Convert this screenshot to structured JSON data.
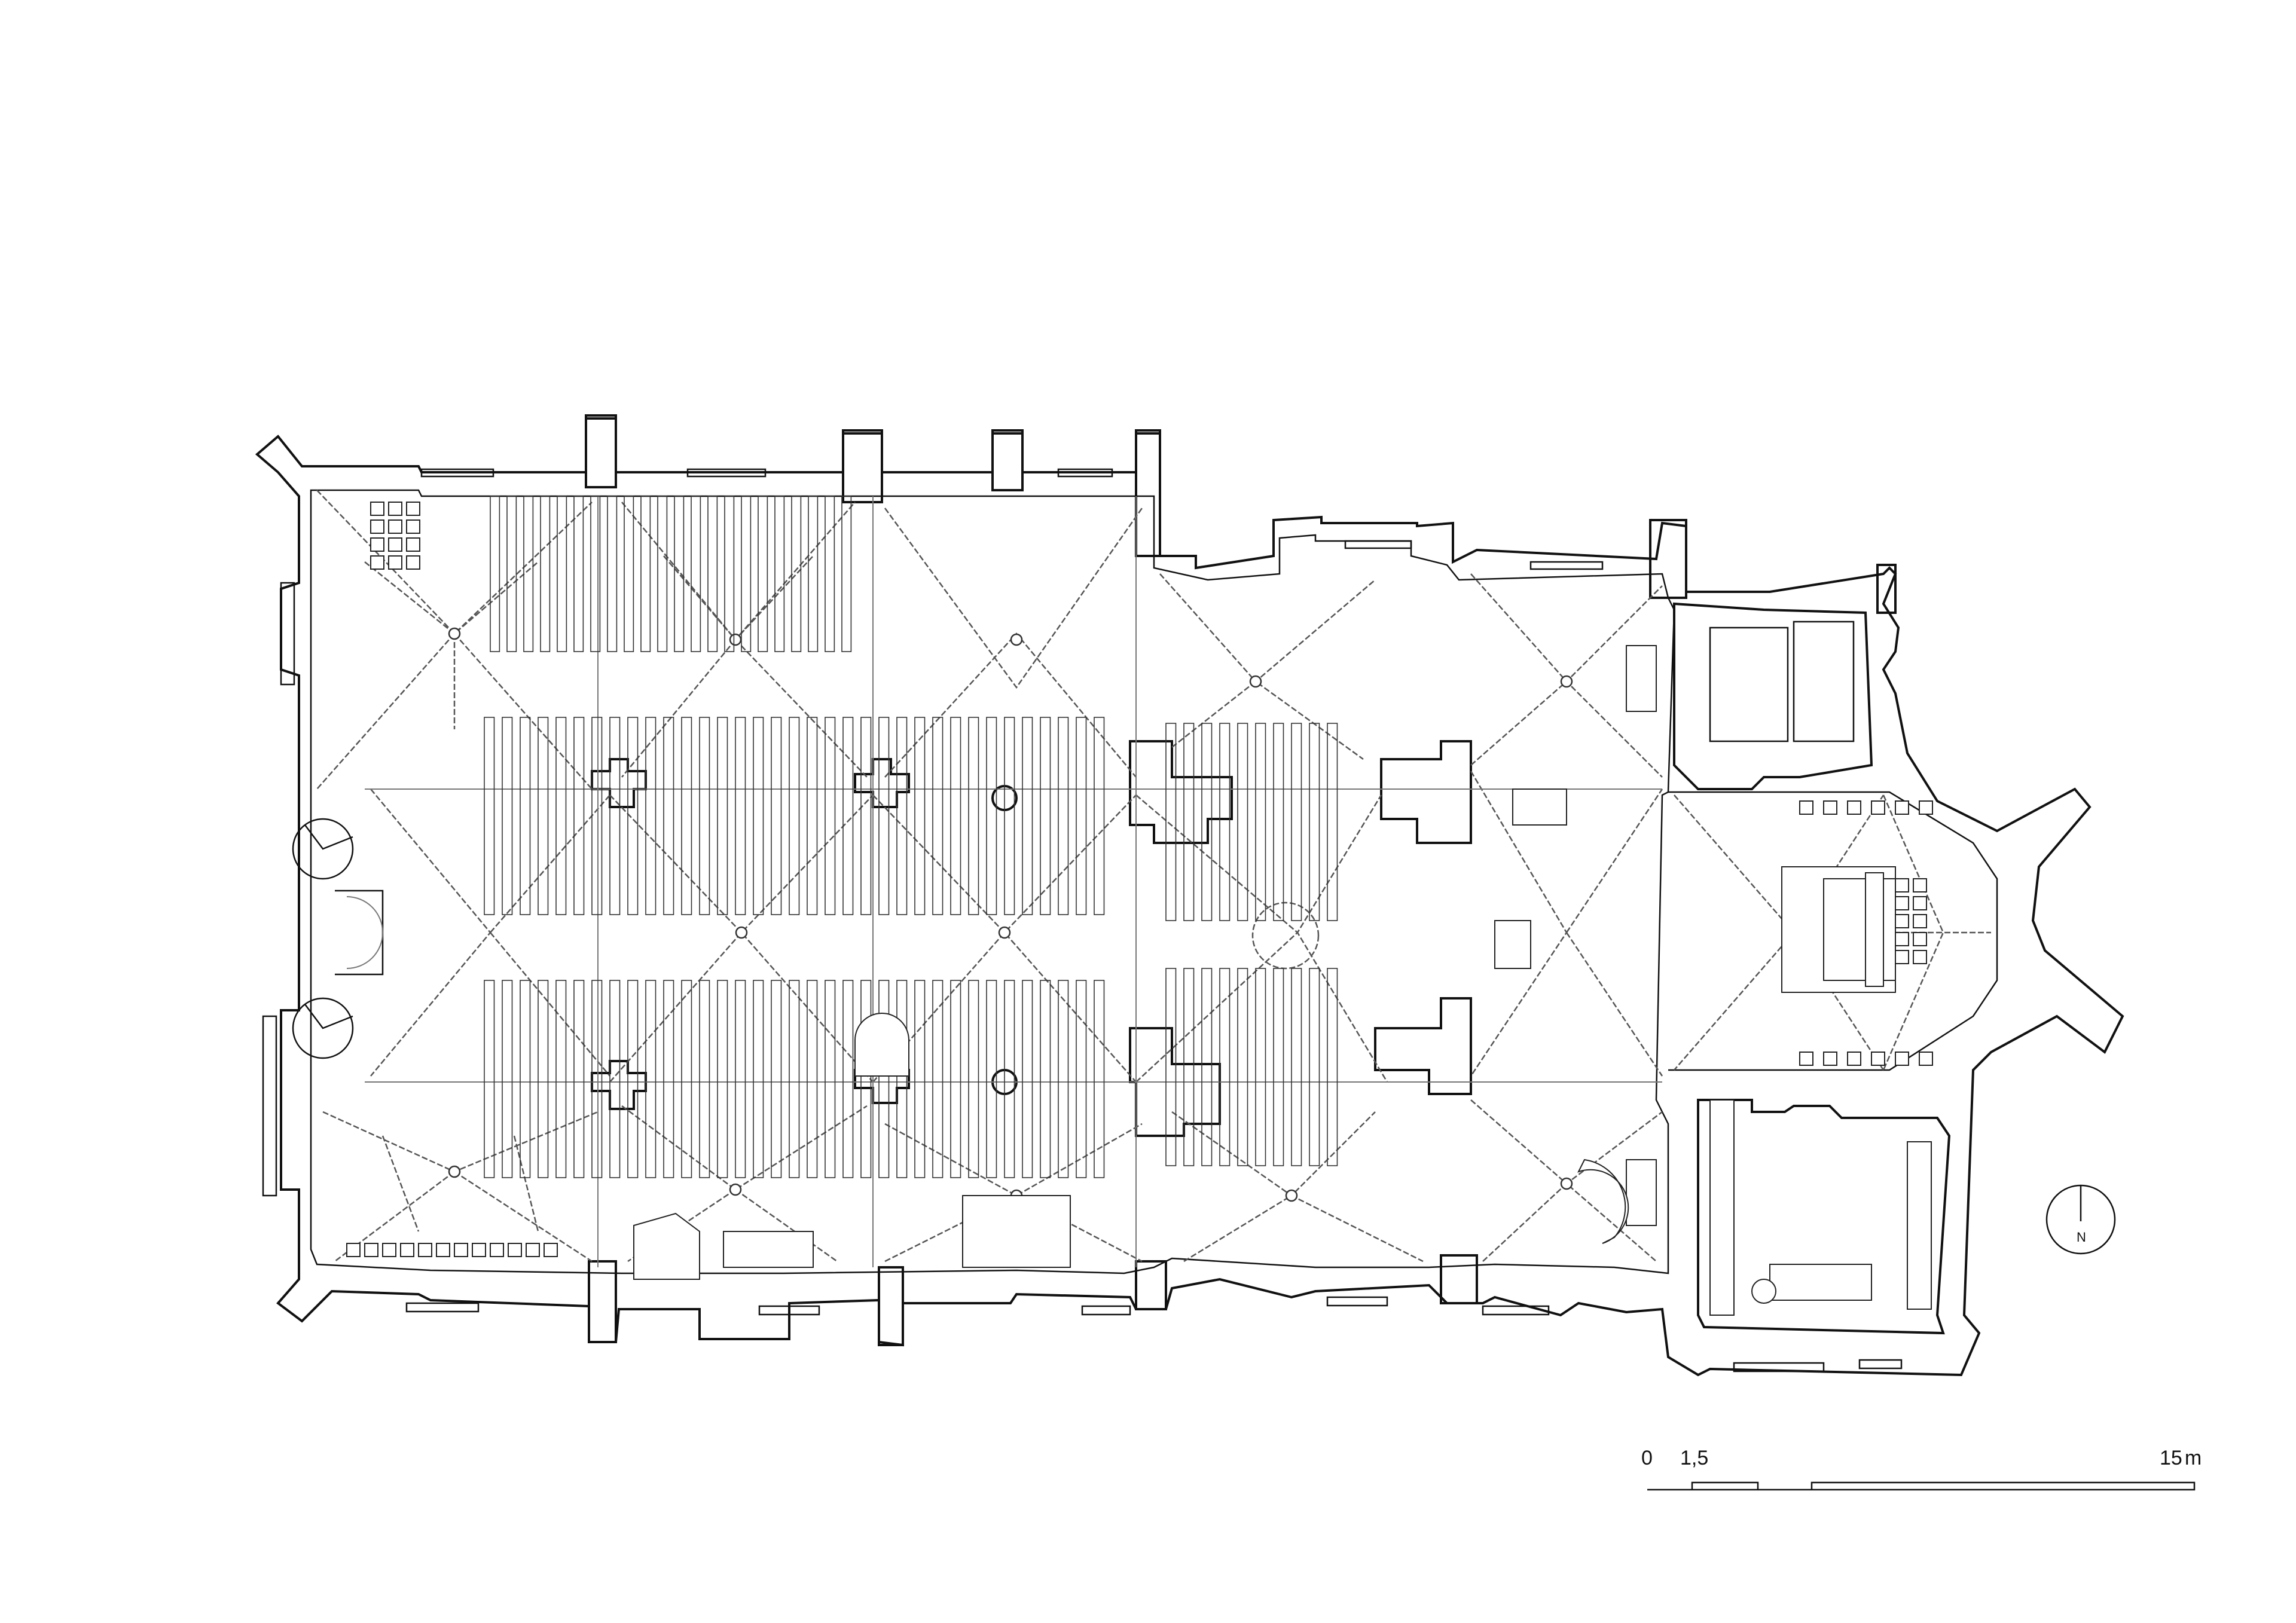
{
  "drawing": {
    "description_kind": "floor plan",
    "north_label": "N"
  },
  "scale_bar": {
    "label_start": "0",
    "label_mid": "1,5",
    "label_end": "15",
    "unit": "m"
  },
  "colors": {
    "line": "#111111",
    "vault": "#555555",
    "background": "#ffffff"
  }
}
